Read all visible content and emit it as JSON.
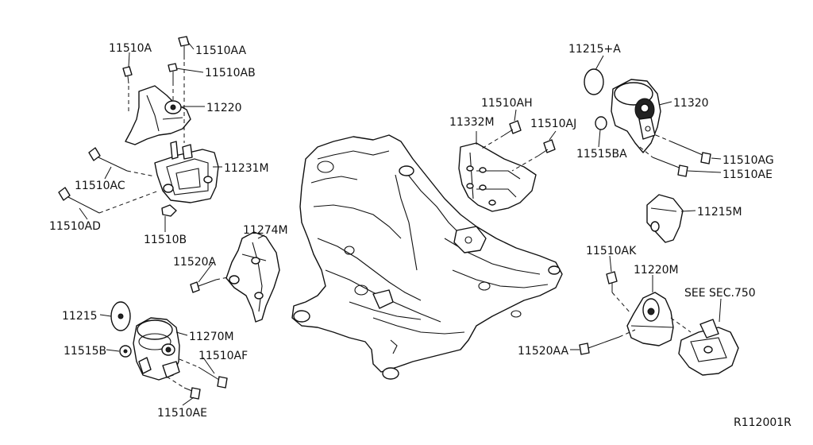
{
  "diagram_id": "R112001R",
  "labels": {
    "p11510A": "11510A",
    "p11510AA": "11510AA",
    "p11510AB": "11510AB",
    "p11220_top": "11220",
    "p11231M": "11231M",
    "p11510AC": "11510AC",
    "p11510AD": "11510AD",
    "p11510B": "11510B",
    "p11274M": "11274M",
    "p11520A": "11520A",
    "p11215": "11215",
    "p11270M": "11270M",
    "p11515B": "11515B",
    "p11510AF": "11510AF",
    "p11510AE_bottom": "11510AE",
    "p11332M": "11332M",
    "p11510AH": "11510AH",
    "p11510AJ": "11510AJ",
    "p11215A": "11215+A",
    "p11320": "11320",
    "p11515BA": "11515BA",
    "p11510AG": "11510AG",
    "p11510AE_right": "11510AE",
    "p11215M": "11215M",
    "p11510AK": "11510AK",
    "p11220M": "11220M",
    "p11520AA": "11520AA",
    "see_sec": "SEE SEC.750"
  }
}
